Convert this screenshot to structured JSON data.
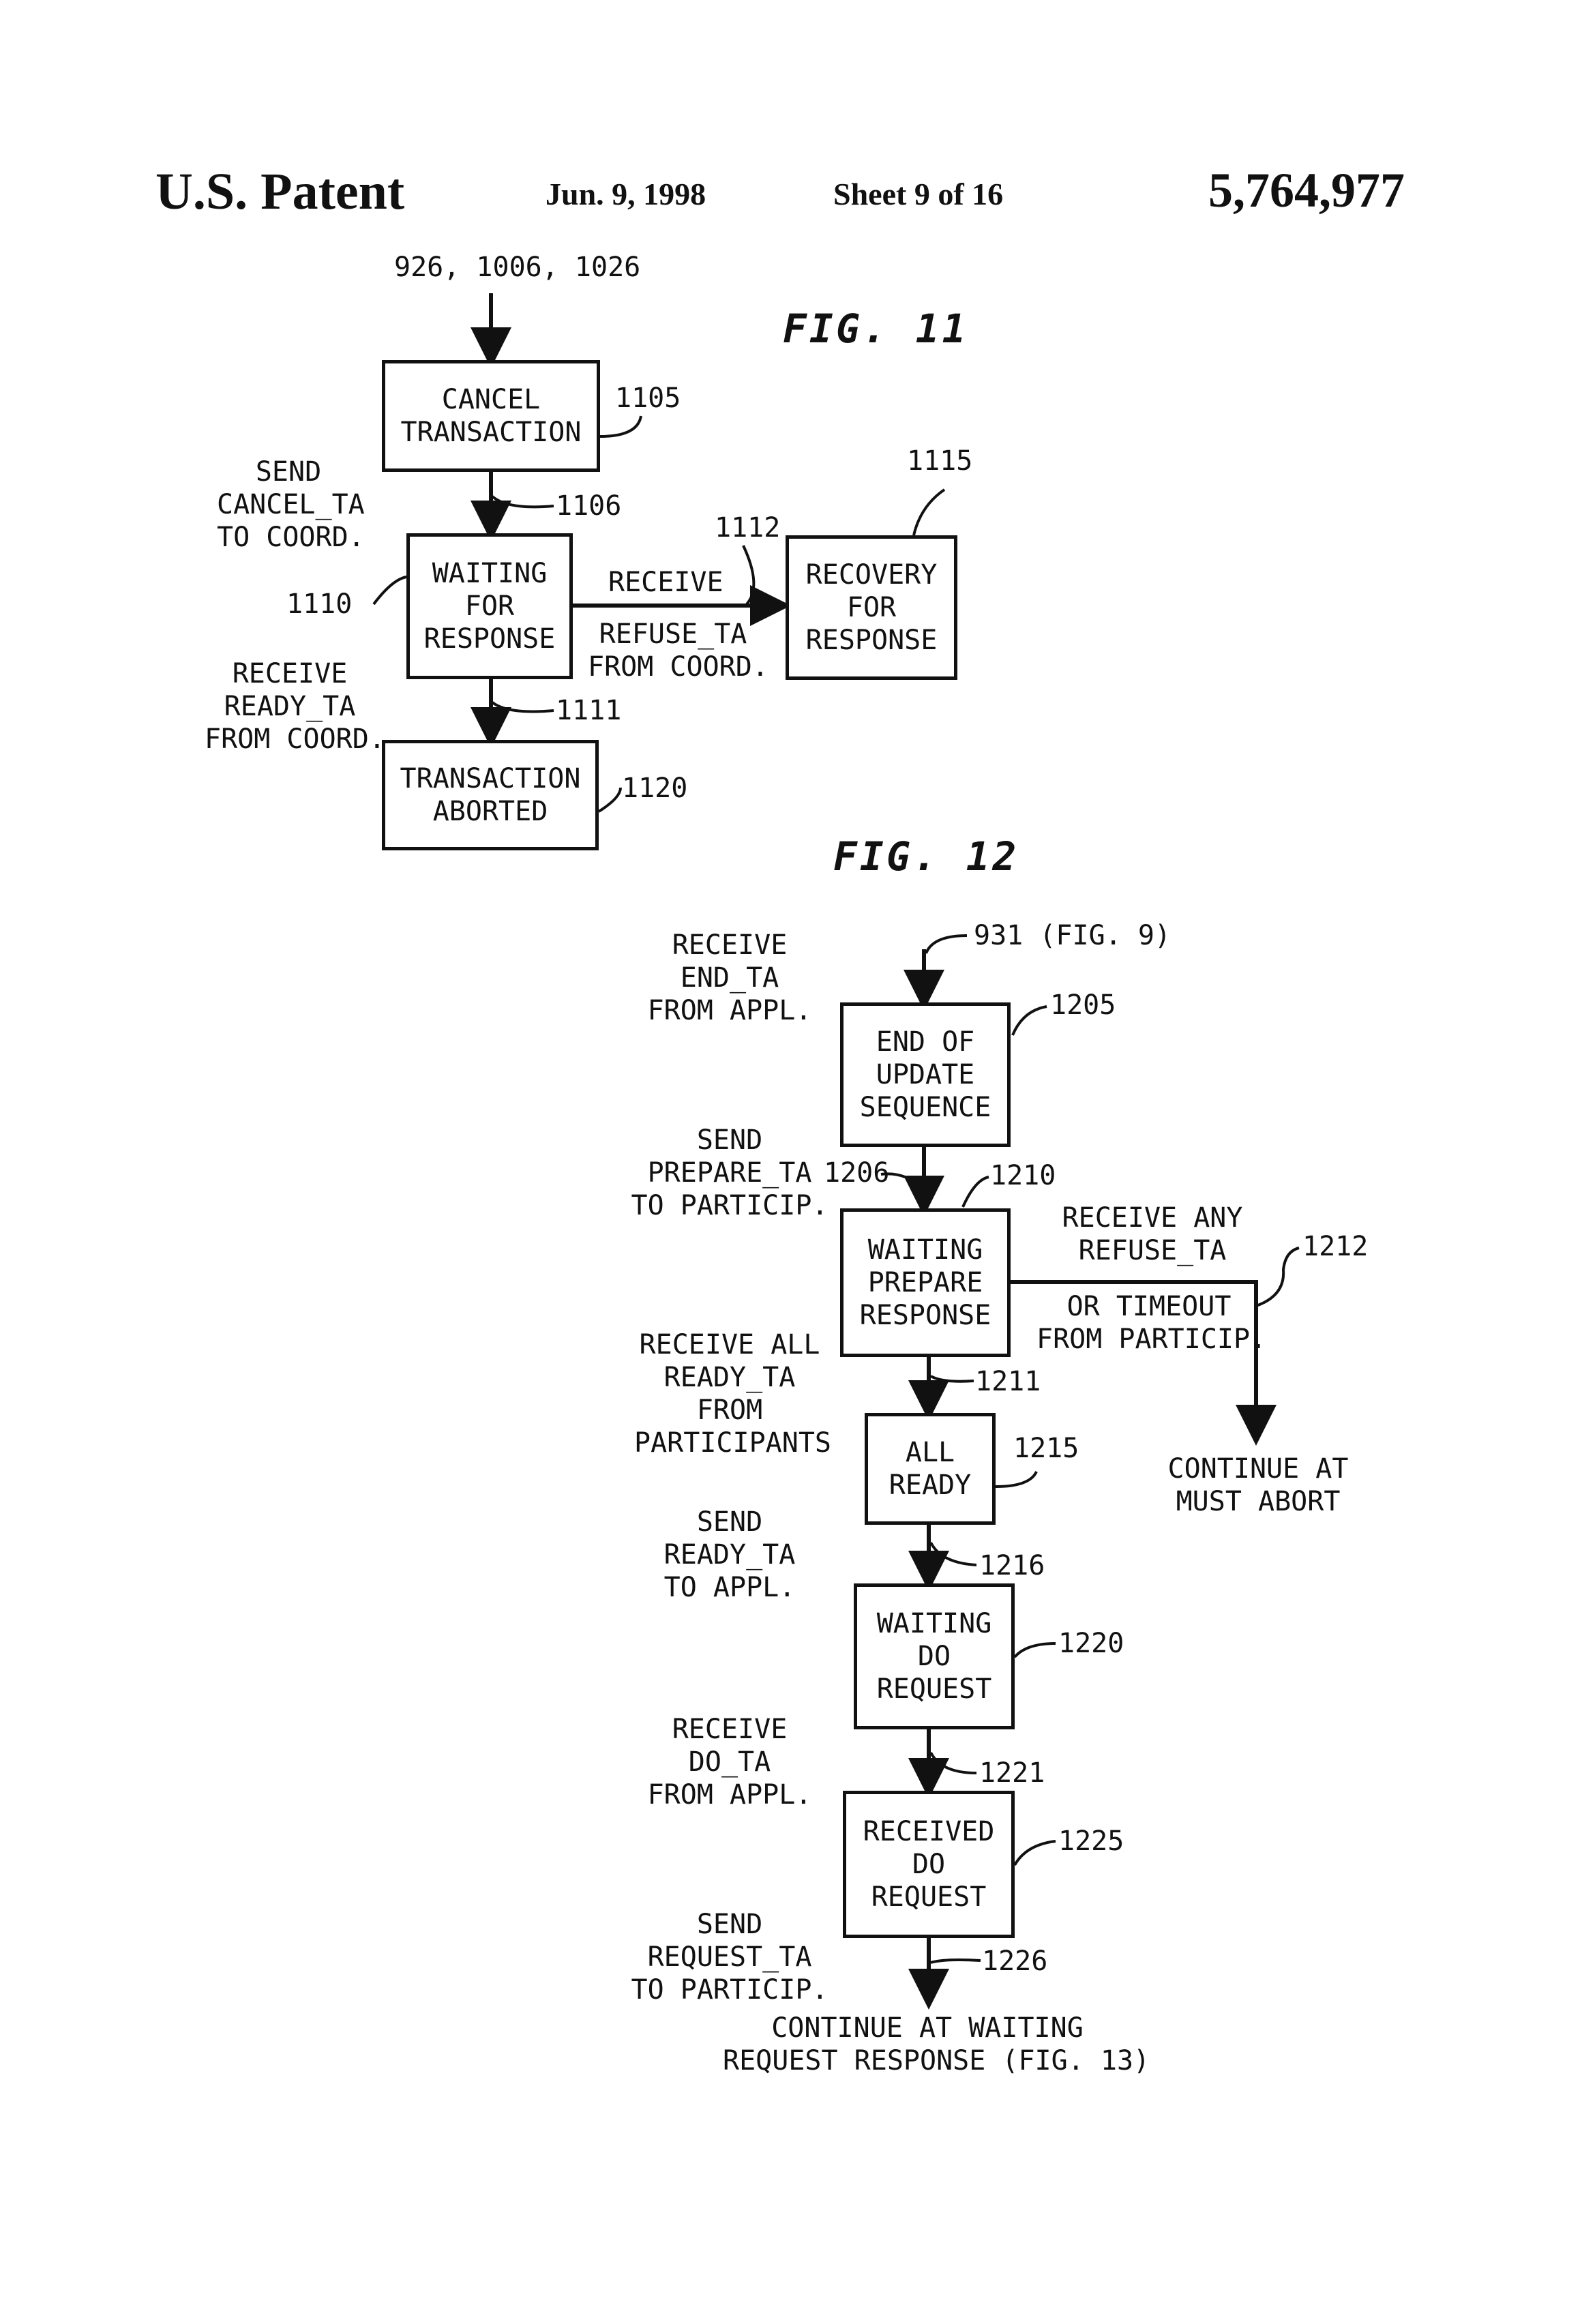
{
  "header": {
    "left": "U.S. Patent",
    "date": "Jun. 9, 1998",
    "sheet": "Sheet 9 of 16",
    "number": "5,764,977"
  },
  "fig11": {
    "title": "FIG. 11",
    "entry_ref": "926, 1006, 1026",
    "boxes": {
      "b1105": [
        "CANCEL",
        "TRANSACTION"
      ],
      "b1110": [
        "WAITING",
        "FOR",
        "RESPONSE"
      ],
      "b1115": [
        "RECOVERY",
        "FOR",
        "RESPONSE"
      ],
      "b1120": [
        "TRANSACTION",
        "ABORTED"
      ]
    },
    "refs": {
      "r1105": "1105",
      "r1106": "1106",
      "r1110": "1110",
      "r1111": "1111",
      "r1112": "1112",
      "r1115": "1115",
      "r1120": "1120"
    },
    "labels": {
      "send_cancel": [
        "SEND",
        "CANCEL_TA",
        "TO COORD."
      ],
      "receive_ready": [
        "RECEIVE",
        "READY_TA",
        "FROM COORD."
      ],
      "receive_top": "RECEIVE",
      "refuse_bottom": [
        "REFUSE_TA",
        "FROM COORD."
      ]
    }
  },
  "fig12": {
    "title": "FIG. 12",
    "entry_ref": "931 (FIG. 9)",
    "boxes": {
      "b1205": [
        "END OF",
        "UPDATE",
        "SEQUENCE"
      ],
      "b1210": [
        "WAITING",
        "PREPARE",
        "RESPONSE"
      ],
      "b1215": [
        "ALL",
        "READY"
      ],
      "b1220": [
        "WAITING",
        "DO",
        "REQUEST"
      ],
      "b1225": [
        "RECEIVED",
        "DO",
        "REQUEST"
      ]
    },
    "refs": {
      "r1205": "1205",
      "r1206": "1206",
      "r1210": "1210",
      "r1211": "1211",
      "r1212": "1212",
      "r1215": "1215",
      "r1216": "1216",
      "r1220": "1220",
      "r1221": "1221",
      "r1225": "1225",
      "r1226": "1226"
    },
    "labels": {
      "receive_end": [
        "RECEIVE",
        "END_TA",
        "FROM APPL."
      ],
      "send_prepare": [
        "SEND",
        "PREPARE_TA",
        "TO PARTICIP."
      ],
      "receive_all_ready": [
        "RECEIVE ALL",
        "READY_TA",
        "FROM",
        "PARTICIPANTS"
      ],
      "send_ready": [
        "SEND",
        "READY_TA",
        "TO APPL."
      ],
      "receive_do": [
        "RECEIVE",
        "DO_TA",
        "FROM APPL."
      ],
      "send_request": [
        "SEND",
        "REQUEST_TA",
        "TO PARTICIP."
      ],
      "receive_any_refuse": [
        "RECEIVE ANY",
        "REFUSE_TA"
      ],
      "or_timeout": [
        "OR TIMEOUT",
        "FROM PARTICIP."
      ],
      "continue_abort": [
        "CONTINUE AT",
        "MUST ABORT"
      ],
      "continue_waiting": [
        "CONTINUE AT WAITING",
        "REQUEST RESPONSE (FIG. 13)"
      ]
    }
  }
}
